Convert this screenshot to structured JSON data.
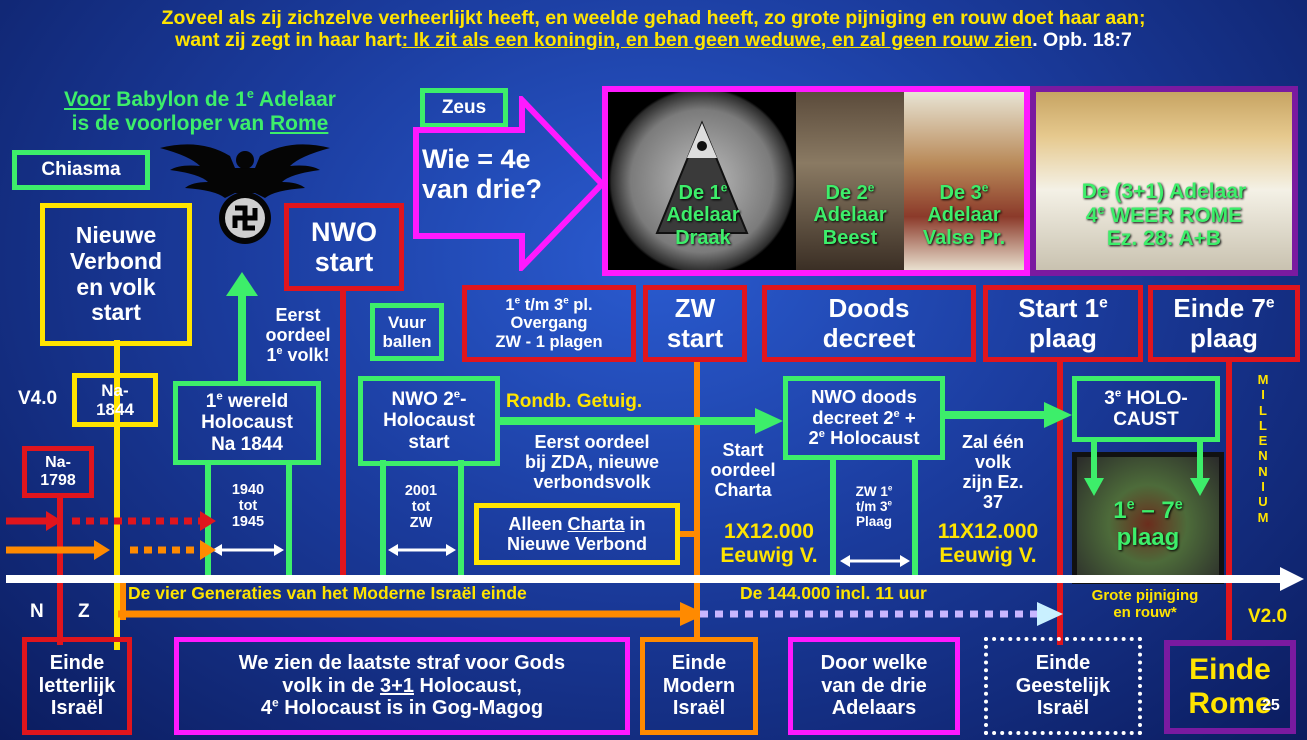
{
  "header": {
    "line1": "Zoveel als zij zichzelve verheerlijkt heeft, en weelde gehad heeft, zo grote pijniging en rouw doet haar aan;",
    "line2a": "want zij zegt in haar hart",
    "line2b": ": Ik zit als een koningin, en ben geen weduwe, en zal geen rouw zien",
    "line2c": ". Opb. 18:7"
  },
  "eagle_intro": {
    "a": "Voor",
    "b": " Babylon de 1",
    "sup": "e",
    "c": " Adelaar",
    "d": "is de voorloper van ",
    "e": "Rome"
  },
  "chiasma": "Chiasma",
  "zeus": "Zeus",
  "arrow_question": {
    "l1": "Wie = 4e",
    "l2": "van drie?"
  },
  "eagles": [
    {
      "l1": "De 1",
      "sup": "e",
      "l2": "Adelaar",
      "l3": "Draak"
    },
    {
      "l1": "De 2",
      "sup": "e",
      "l2": "Adelaar",
      "l3": "Beest"
    },
    {
      "l1": "De 3",
      "sup": "e",
      "l2": "Adelaar",
      "l3": "Valse Pr."
    },
    {
      "l1": "De (3+1) Adelaar",
      "l2": "4",
      "sup": "e",
      "l2b": " WEER ROME",
      "l3": "Ez. 28: A+B"
    }
  ],
  "nieuwe_verbond": {
    "l1": "Nieuwe",
    "l2": "Verbond",
    "l3": "en volk",
    "l4": "start"
  },
  "nwo_start": {
    "l1": "NWO",
    "l2": "start"
  },
  "eerst_oordeel": {
    "l1": "Eerst",
    "l2": "oordeel",
    "l3a": "1",
    "sup": "e",
    "l3b": " volk!"
  },
  "vuurballen": {
    "l1": "Vuur",
    "l2": "ballen"
  },
  "overgang": {
    "l1a": "1",
    "sup1": "e",
    "l1b": " t/m 3",
    "sup2": "e",
    "l1c": " pl.",
    "l2": "Overgang",
    "l3": "ZW - 1 plagen"
  },
  "zw_start": {
    "l1": "ZW",
    "l2": "start"
  },
  "doods_decreet": {
    "l1": "Doods",
    "l2": "decreet"
  },
  "start_plaag": {
    "l1": "Start 1",
    "sup": "e",
    "l2": "plaag"
  },
  "einde_plaag": {
    "l1": "Einde 7",
    "sup": "e",
    "l2": "plaag"
  },
  "version_left": "V4.0",
  "version_right": "V2.0",
  "na1844": {
    "l1": "Na-",
    "l2": "1844"
  },
  "na1798": {
    "l1": "Na-",
    "l2": "1798"
  },
  "wereld_holocaust": {
    "l1a": "1",
    "sup": "e",
    "l1b": " wereld",
    "l2": "Holocaust",
    "l3": "Na 1844"
  },
  "nwo2_holocaust": {
    "l1a": "NWO 2",
    "sup": "e",
    "l1b": "-",
    "l2": "Holocaust",
    "l3": "start"
  },
  "rondb": "Rondb. Getuig.",
  "nwo_doods": {
    "l1": "NWO doods",
    "l2a": "decreet 2",
    "sup": "e",
    "l2b": " +",
    "l3a": "2",
    "sup2": "e",
    "l3b": " Holocaust"
  },
  "third_holocaust": {
    "l1a": "3",
    "sup": "e",
    "l1b": " HOLO-",
    "l2": "CAUST"
  },
  "millennium": [
    "M",
    "I",
    "L",
    "L",
    "E",
    "N",
    "N",
    "I",
    "U",
    "M"
  ],
  "eerst_oordeel_zda": {
    "l1": "Eerst oordeel",
    "l2": "bij ZDA, nieuwe",
    "l3": "verbondsvolk"
  },
  "start_charta": {
    "l1": "Start",
    "l2": "oordeel",
    "l3": "Charta"
  },
  "zal_een": {
    "l1": "Zal één",
    "l2": "volk",
    "l3": "zijn Ez.",
    "l4": "37"
  },
  "period_1940": {
    "l1": "1940",
    "l2": "tot",
    "l3": "1945"
  },
  "period_2001": {
    "l1": "2001",
    "l2": "tot",
    "l3": "ZW"
  },
  "alleen_charta": {
    "l1a": "Alleen ",
    "l1b": "Charta",
    "l1c": " in",
    "l2": "Nieuwe Verbond"
  },
  "zw_plaag": {
    "l1a": "ZW 1",
    "sup": "e",
    "l2a": "t/m 3",
    "sup2": "e",
    "l3": "Plaag"
  },
  "eeuwig1": {
    "l1": "1X12.000",
    "l2": "Eeuwig V."
  },
  "eeuwig11": {
    "l1": "11X12.000",
    "l2": "Eeuwig V."
  },
  "plagen_overlay": {
    "l1a": "1",
    "sup1": "e",
    "l1b": " – 7",
    "sup2": "e",
    "l2": "plaag"
  },
  "timeline": {
    "n": "N",
    "z": "Z",
    "generations": "De vier Generaties van het Moderne Israël einde",
    "count": "De 144.000 incl. 11 uur",
    "pijniging": {
      "l1": "Grote pijniging",
      "l2": "en rouw*"
    }
  },
  "bottom": {
    "letterlijk": {
      "l1": "Einde",
      "l2": "letterlijk",
      "l3": "Israël"
    },
    "straf": {
      "l1": "We zien de laatste straf voor Gods",
      "l2a": "volk in de ",
      "l2b": "3+1",
      "l2c": " Holocaust,",
      "l3a": "4",
      "sup": "e",
      "l3b": " Holocaust is in Gog-Magog"
    },
    "modern": {
      "l1": "Einde",
      "l2": "Modern",
      "l3": "Israël"
    },
    "welke": {
      "l1": "Door welke",
      "l2": "van de drie",
      "l3": "Adelaars"
    },
    "geestelijk": {
      "l1": "Einde",
      "l2": "Geestelijk",
      "l3": "Israël"
    },
    "rome": {
      "l1": "Einde",
      "l2": "Rome"
    },
    "page": "25"
  },
  "colors": {
    "yellow": "#ffe400",
    "green": "#3dee6a",
    "red": "#e0151d",
    "magenta": "#ff19ff",
    "orange": "#ff8a00",
    "purple": "#7a1aa0"
  }
}
